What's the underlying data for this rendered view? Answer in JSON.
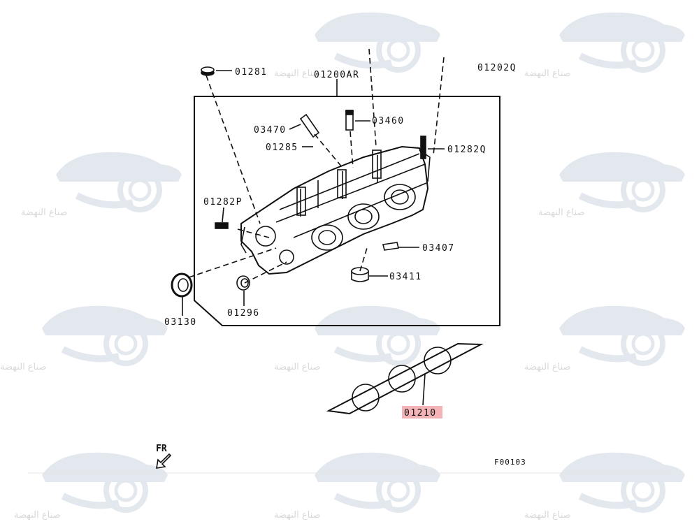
{
  "diagram": {
    "parts": {
      "p01281": "01281",
      "p01200AR": "01200AR",
      "p01202Q": "01202Q",
      "p03470": "03470",
      "p03460": "03460",
      "p01285": "01285",
      "p01282Q": "01282Q",
      "p01282P": "01282P",
      "p03407": "03407",
      "p03411": "03411",
      "p03130": "03130",
      "p01296": "01296",
      "p01210": "01210"
    },
    "highlighted_part": "01210",
    "highlight_color": "#f3b3b7",
    "direction_label": "FR",
    "figure_code": "F00103"
  },
  "watermark": {
    "text": "صناع النهضة",
    "color": "#d6dde6"
  }
}
